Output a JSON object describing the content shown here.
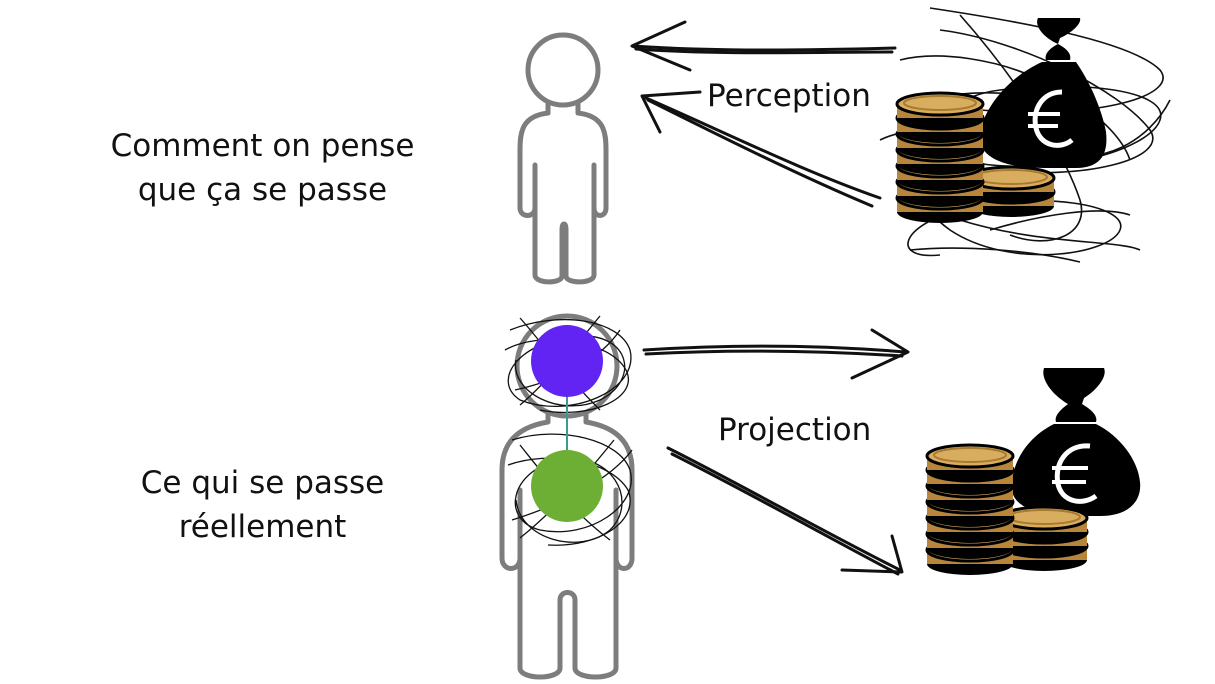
{
  "top_caption": {
    "line1": "Comment on pense",
    "line2": "que ça se passe"
  },
  "bottom_caption": {
    "line1": "Ce qui se passe",
    "line2": "réellement"
  },
  "labels": {
    "perception": "Perception",
    "projection": "Projection"
  },
  "colors": {
    "head_circle": "#6124f2",
    "body_circle": "#6daf35",
    "link_line": "#3a9b92",
    "figure_outline": "#7d7d7d",
    "coin_fill": "#d4a859",
    "bag_fill": "#000000"
  },
  "icons": [
    "person-outline-icon",
    "money-bag-euro-icon",
    "coin-stack-icon",
    "arrow-icon",
    "scribble-icon"
  ]
}
